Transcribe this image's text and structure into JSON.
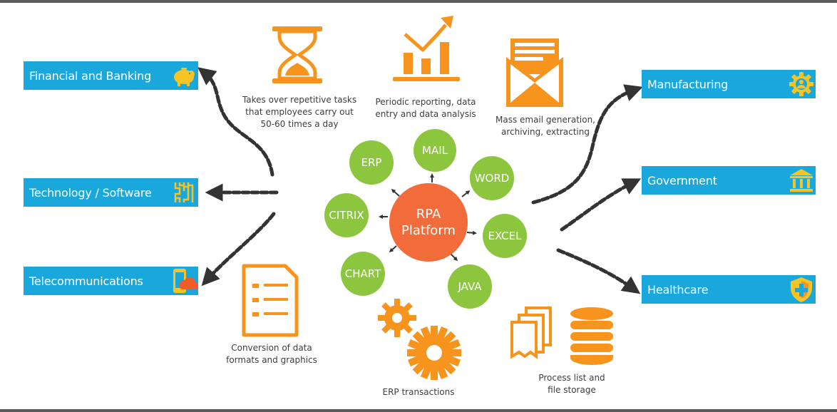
{
  "center": {
    "line1": "RPA",
    "line2": "Platform"
  },
  "nodes": [
    "MAIL",
    "ERP",
    "WORD",
    "CITRIX",
    "EXCEL",
    "CHART",
    "JAVA"
  ],
  "industries": [
    {
      "label": "Financial and Banking",
      "icon": "piggy-bank-icon"
    },
    {
      "label": "Technology / Software",
      "icon": "circuit-chip-icon"
    },
    {
      "label": "Telecommunications",
      "icon": "phone-cloud-icon"
    },
    {
      "label": "Manufacturing",
      "icon": "gear-person-icon"
    },
    {
      "label": "Government",
      "icon": "government-building-icon"
    },
    {
      "label": "Healthcare",
      "icon": "health-shield-icon"
    }
  ],
  "tasks": [
    {
      "lines": [
        "Takes over repetitive tasks",
        "that employees carry out",
        "50-60 times a day"
      ],
      "icon": "hourglass-icon"
    },
    {
      "lines": [
        "Periodic reporting, data",
        "entry and data analysis"
      ],
      "icon": "growth-chart-icon"
    },
    {
      "lines": [
        "Mass email generation,",
        "archiving, extracting"
      ],
      "icon": "envelope-icon"
    },
    {
      "lines": [
        "Conversion of data",
        "formats and graphics"
      ],
      "icon": "document-list-icon"
    },
    {
      "lines": [
        "ERP transactions"
      ],
      "icon": "gears-icon"
    },
    {
      "lines": [
        "Process list and",
        "file storage"
      ],
      "icon": "files-database-icon"
    }
  ],
  "colors": {
    "industry": "#1aa8dc",
    "node": "#8cc63f",
    "center": "#f26b3a",
    "icon": "#f7941d",
    "arrow": "#333333"
  }
}
